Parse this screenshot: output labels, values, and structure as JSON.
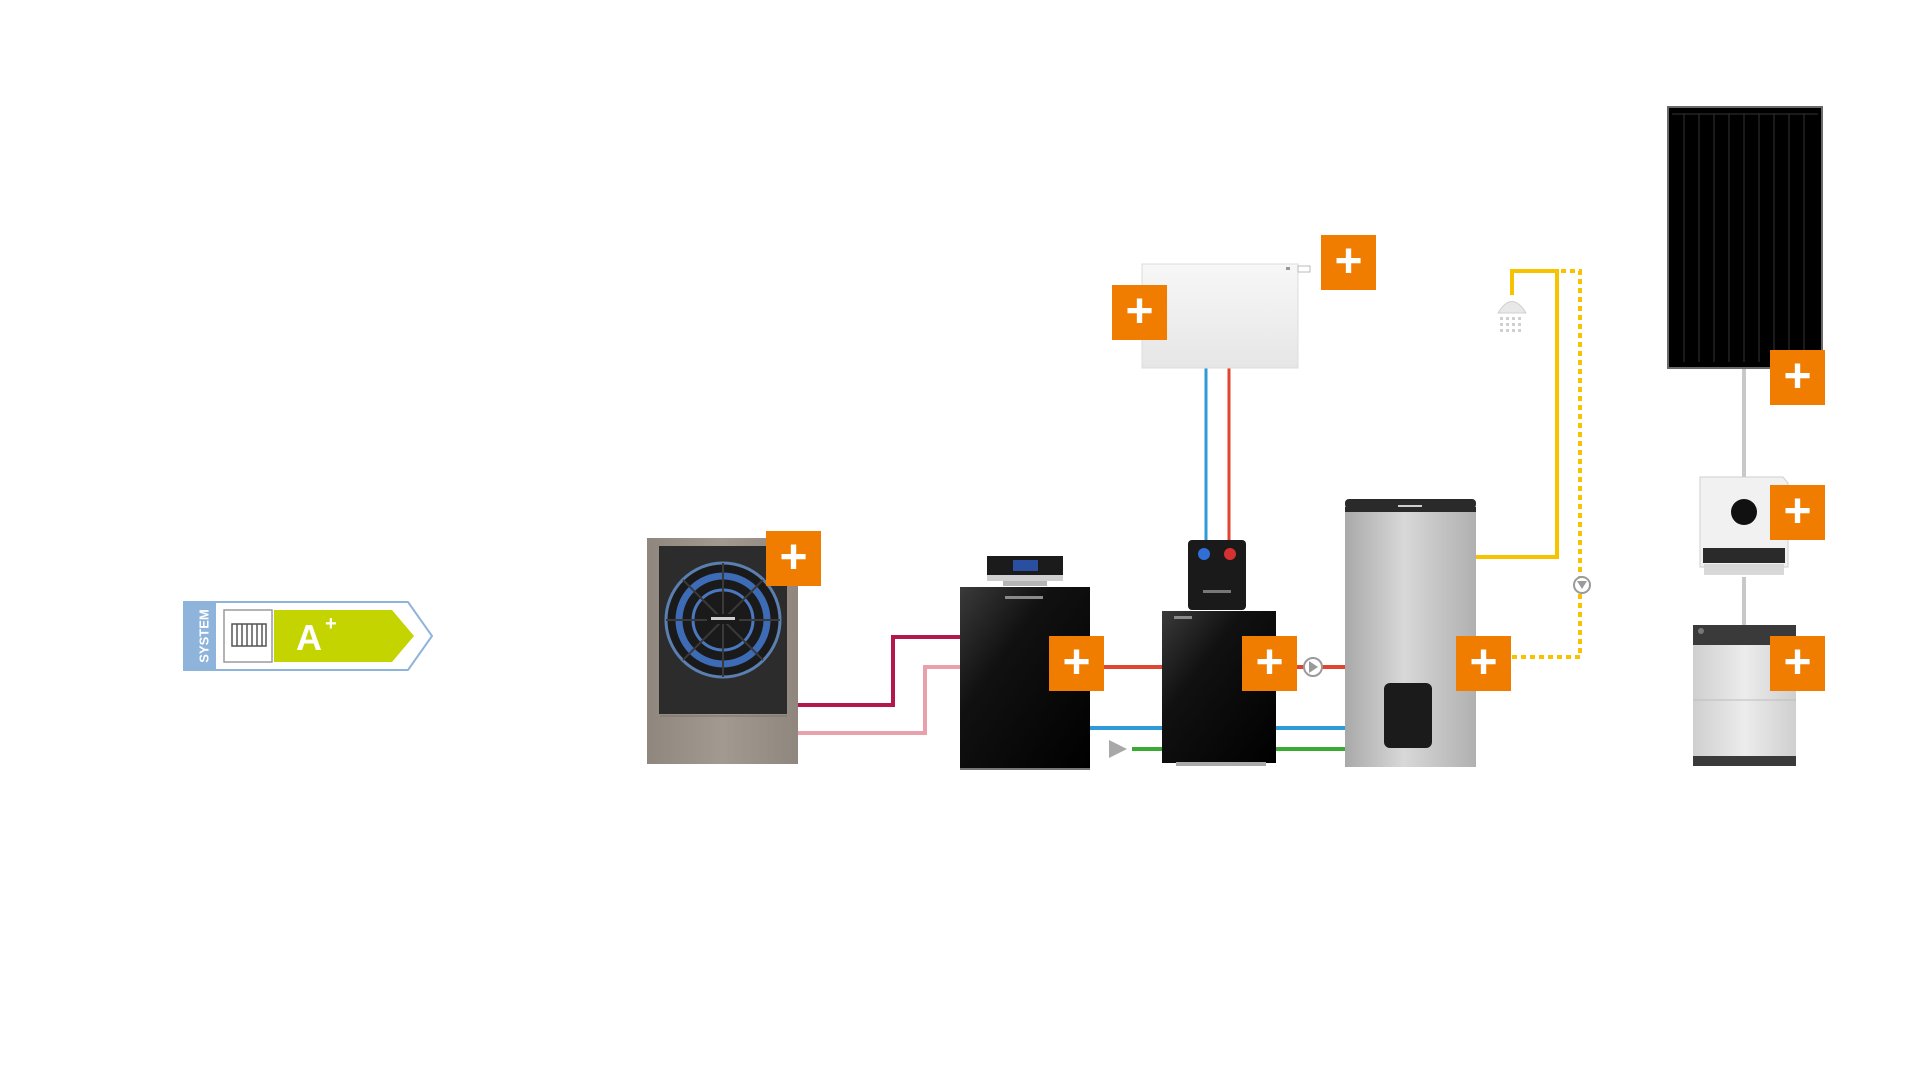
{
  "energy_label": {
    "side_text": "SYSTEM",
    "grade": "A",
    "grade_sup": "+",
    "colors": {
      "system_band": "#8fb4dc",
      "grade_arrow": "#c3d400",
      "outline": "#8fb4dc"
    }
  },
  "pipe_colors": {
    "flow_hot": "#e2452f",
    "return_cold": "#2f9bd6",
    "solar_green": "#3aaa35",
    "heat_pump_flow": "#b3174b",
    "heat_pump_return": "#e8a0aa",
    "hot_water": "#f7c300",
    "electric": "#c8c8c8"
  },
  "accent_color": "#f07d00",
  "components": [
    {
      "name": "heat-pump-outdoor-unit",
      "icon": "heat-pump-icon"
    },
    {
      "name": "indoor-unit",
      "icon": "indoor-unit-icon"
    },
    {
      "name": "room-controller",
      "icon": "controller-icon"
    },
    {
      "name": "buffer-module",
      "icon": "module-icon"
    },
    {
      "name": "pump-station",
      "icon": "pump-station-icon"
    },
    {
      "name": "radiator",
      "icon": "radiator-icon"
    },
    {
      "name": "hot-water-cylinder",
      "icon": "cylinder-icon"
    },
    {
      "name": "shower",
      "icon": "shower-icon"
    },
    {
      "name": "pv-module",
      "icon": "solar-panel-icon"
    },
    {
      "name": "inverter",
      "icon": "inverter-icon"
    },
    {
      "name": "battery-storage",
      "icon": "battery-icon"
    }
  ],
  "add_buttons": [
    {
      "target": "heat-pump-outdoor-unit",
      "label": "+"
    },
    {
      "target": "indoor-unit",
      "label": "+"
    },
    {
      "target": "buffer-module",
      "label": "+"
    },
    {
      "target": "radiator-left",
      "label": "+"
    },
    {
      "target": "radiator-right",
      "label": "+"
    },
    {
      "target": "hot-water-cylinder",
      "label": "+"
    },
    {
      "target": "pv-module",
      "label": "+"
    },
    {
      "target": "inverter",
      "label": "+"
    },
    {
      "target": "battery-storage",
      "label": "+"
    }
  ]
}
